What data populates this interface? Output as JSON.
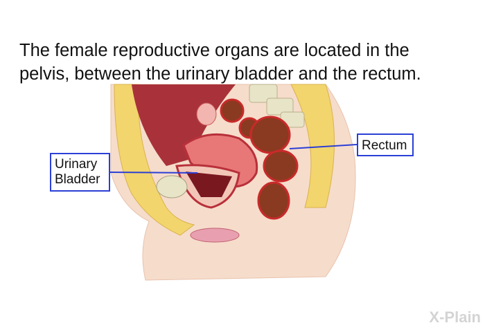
{
  "caption": {
    "line1": "The female reproductive organs are located in the",
    "line2": "pelvis, between the urinary bladder and the rectum."
  },
  "labels": {
    "rectum": "Rectum",
    "bladder_line1": "Urinary",
    "bladder_line2": "Bladder"
  },
  "logo": {
    "text": "X-Plain"
  },
  "colors": {
    "label_border": "#2a3fd6",
    "skin": "#f6dccb",
    "muscle": "#b8303a",
    "fat": "#f3d56e"
  }
}
